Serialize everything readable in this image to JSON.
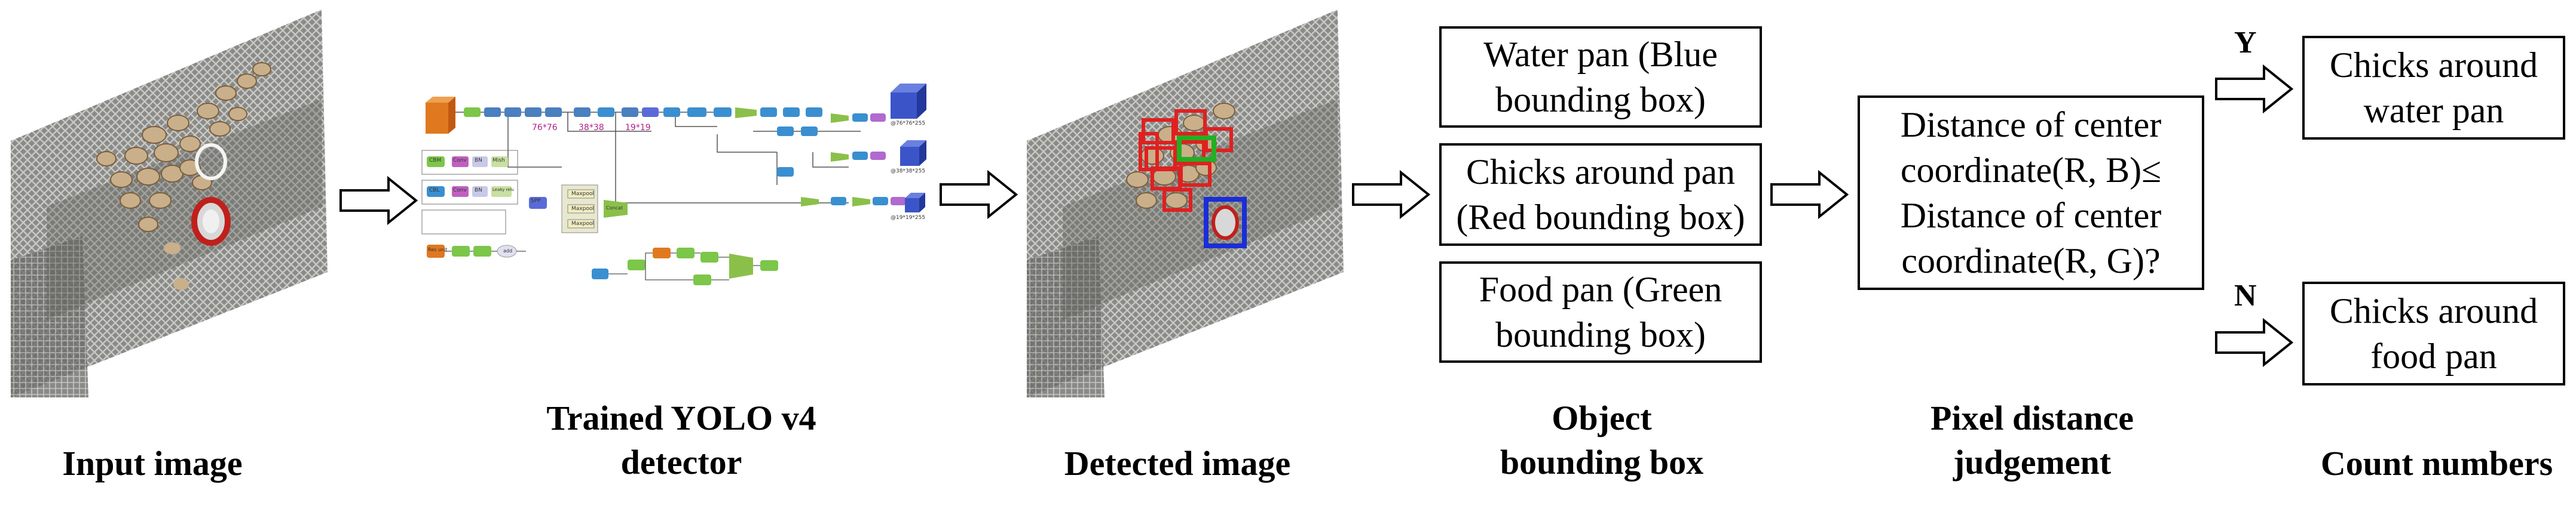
{
  "captions": {
    "input": "Input image",
    "detector_line1": "Trained YOLO v4",
    "detector_line2": "detector",
    "detected": "Detected image",
    "bbox_line1": "Object",
    "bbox_line2": "bounding box",
    "judge_line1": "Pixel distance",
    "judge_line2": "judgement",
    "count": "Count numbers"
  },
  "boxes": {
    "water_line1": "Water pan (Blue",
    "water_line2": "bounding box)",
    "chicks_line1": "Chicks around pan",
    "chicks_line2": "(Red bounding box)",
    "food_line1": "Food pan (Green",
    "food_line2": "bounding box)",
    "judge_line1": "Distance of center",
    "judge_line2": "coordinate(R, B)≤",
    "judge_line3": "Distance of center",
    "judge_line4": "coordinate(R, G)?",
    "out_water_line1": "Chicks around",
    "out_water_line2": "water pan",
    "out_food_line1": "Chicks around",
    "out_food_line2": "food pan"
  },
  "decisions": {
    "yes": "Y",
    "no": "N"
  },
  "network": {
    "size1": "76*76",
    "size2": "38*38",
    "size3": "19*19",
    "out1": "@76*76*255",
    "out2": "@38*38*255",
    "out3": "@19*19*255",
    "cbm": "CBM",
    "cbl": "CBL",
    "spp": "SPP",
    "bn": "BN",
    "conv": "Conv",
    "mish": "Mish",
    "leaky": "Leaky relu",
    "maxpool": "Maxpool",
    "concat": "Concat",
    "res_unit": "Res unit",
    "add": "add"
  },
  "colors": {
    "red_box": "#e02020",
    "green_box": "#22b022",
    "blue_box": "#1a2ed8",
    "cbm": "#7cc64a",
    "cbl": "#3a8fd0",
    "csp": "#4a7fc0",
    "spp": "#5a6bd8",
    "up": "#8ac04a",
    "concat": "#8ac04a",
    "head": "#3b55c8"
  }
}
